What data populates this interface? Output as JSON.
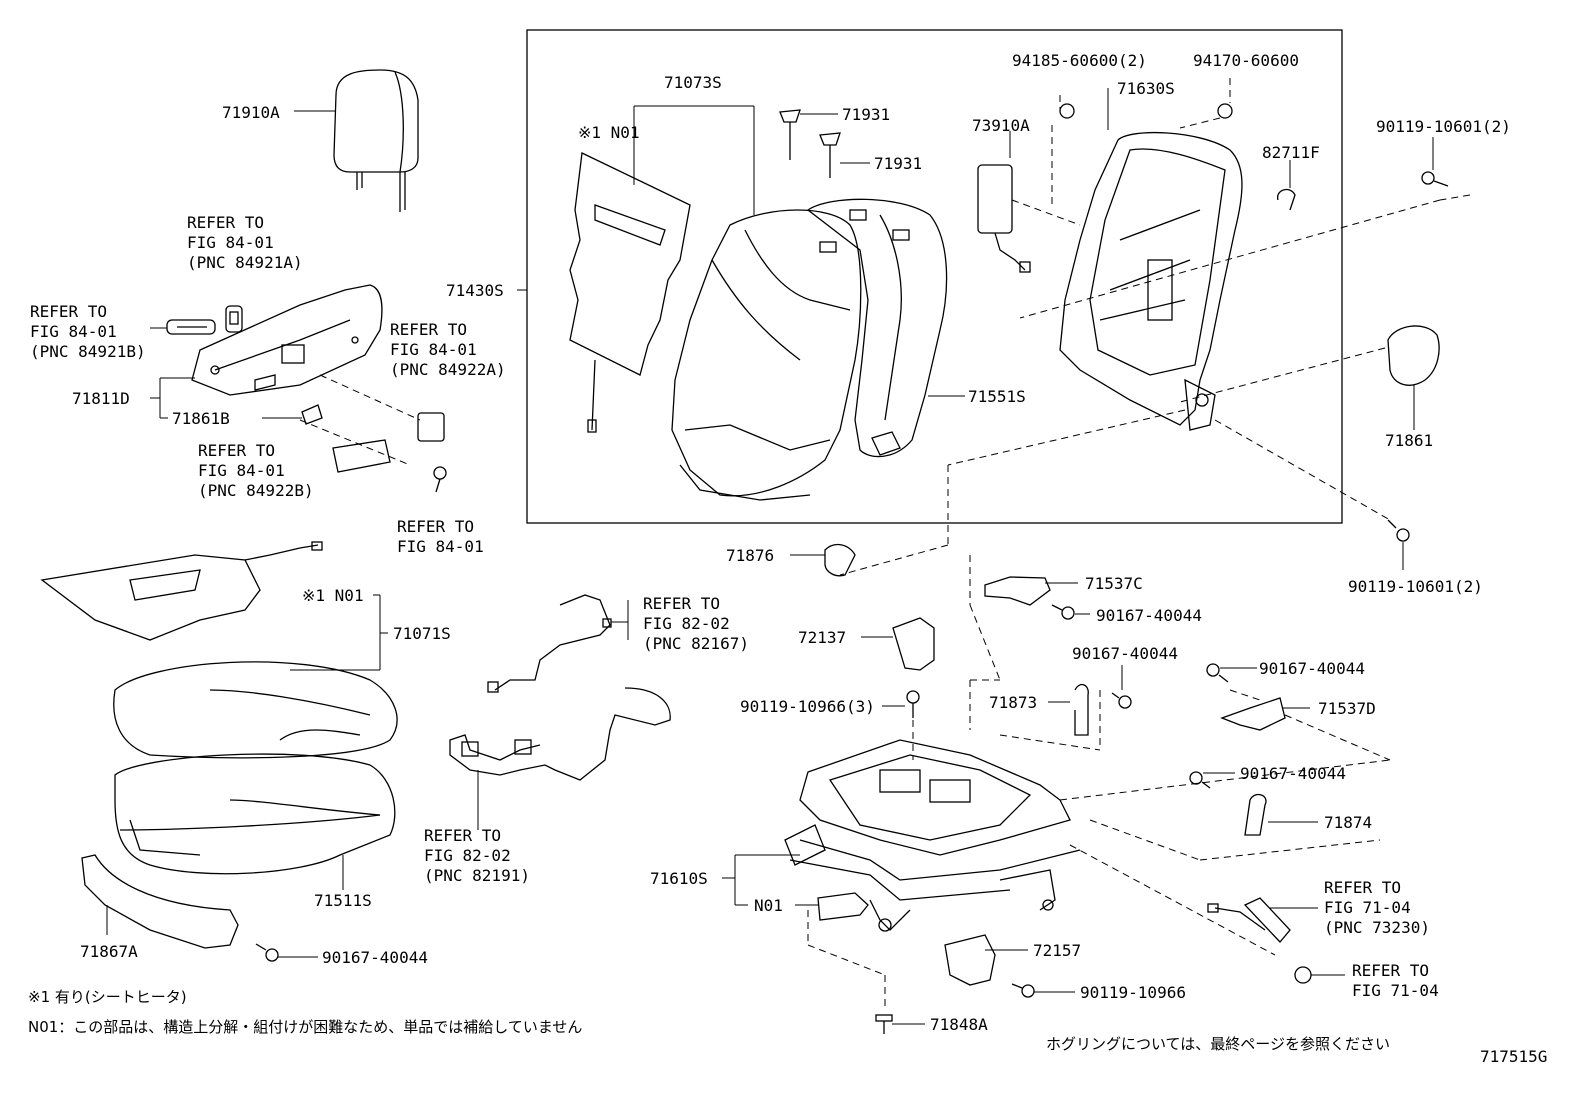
{
  "labels": {
    "p71910A": "71910A",
    "ref_84921A": [
      "REFER TO",
      "FIG 84-01",
      "(PNC 84921A)"
    ],
    "ref_84921B": [
      "REFER TO",
      "FIG 84-01",
      "(PNC 84921B)"
    ],
    "ref_84922A": [
      "REFER TO",
      "FIG 84-01",
      "(PNC 84922A)"
    ],
    "p71811D": "71811D",
    "p71861B": "71861B",
    "ref_84922B": [
      "REFER TO",
      "FIG 84-01",
      "(PNC 84922B)"
    ],
    "ref_8401": [
      "REFER TO",
      "FIG 84-01"
    ],
    "p71073S": "71073S",
    "n01_top": "※1 N01",
    "p71931_a": "71931",
    "p71931_b": "71931",
    "p71430S": "71430S",
    "p71551S": "71551S",
    "p94185": "94185-60600(2)",
    "p94170": "94170-60600",
    "p71630S": "71630S",
    "p73910A": "73910A",
    "p82711F": "82711F",
    "p90119_top": "90119-10601(2)",
    "p71861": "71861",
    "p90119_mid": "90119-10601(2)",
    "p71876": "71876",
    "n01_mid": "※1 N01",
    "p71071S": "71071S",
    "ref_82167": [
      "REFER TO",
      "FIG 82-02",
      "(PNC 82167)"
    ],
    "ref_82191": [
      "REFER TO",
      "FIG 82-02",
      "(PNC 82191)"
    ],
    "p71511S": "71511S",
    "p71867A": "71867A",
    "p90167_bl": "90167-40044",
    "p71537C": "71537C",
    "p90167_a": "90167-40044",
    "p72137": "72137",
    "p90167_b": "90167-40044",
    "p90167_c": "90167-40044",
    "p90119_10966_3": "90119-10966(3)",
    "p71873": "71873",
    "p71537D": "71537D",
    "p90167_d": "90167-40044",
    "p71874": "71874",
    "p71610S": "71610S",
    "n01_low": "N01",
    "ref_73230": [
      "REFER TO",
      "FIG 71-04",
      "(PNC 73230)"
    ],
    "p72157": "72157",
    "ref_7104": [
      "REFER TO",
      "FIG 71-04"
    ],
    "p90119_10966": "90119-10966",
    "p71848A": "71848A"
  },
  "notes": {
    "note1": "※1 有り(シートヒータ)",
    "note2": "N01：この部品は、構造上分解・組付けが困難なため、単品では補給していません",
    "note3": "ホグリングについては、最終ページを参照ください",
    "figure_id": "717515G"
  }
}
